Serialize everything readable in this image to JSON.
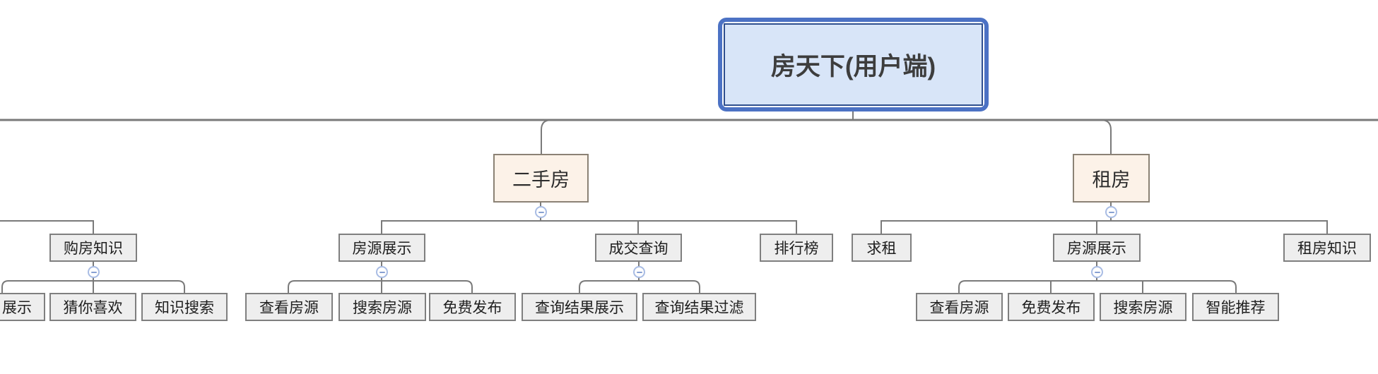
{
  "colors": {
    "canvas-bg": "#ffffff",
    "line": "#7a7a7a",
    "root-fill": "#d8e5f8",
    "root-border": "#2f4f8f",
    "root-ring": "#4c72c4",
    "branch-fill": "#fcf2e8",
    "branch-border": "#8b8275",
    "leaf-fill": "#eeeeee",
    "leaf-border": "#7f7f7f",
    "collapse-border": "#a8bce4",
    "collapse-dash": "#87a0d2",
    "text": "#1f1f1f"
  },
  "icons": {
    "collapse_minus": "minus-dash"
  },
  "tree": {
    "root": {
      "label": "房天下(用户端)"
    },
    "left_group": {
      "sections": [
        {
          "label": "购房知识",
          "children": [
            {
              "label": "展示",
              "cut_off_left": true
            },
            {
              "label": "猜你喜欢"
            },
            {
              "label": "知识搜索"
            }
          ]
        }
      ]
    },
    "branches": [
      {
        "label": "二手房",
        "children": [
          {
            "label": "房源展示",
            "children": [
              {
                "label": "查看房源"
              },
              {
                "label": "搜索房源"
              },
              {
                "label": "免费发布"
              }
            ]
          },
          {
            "label": "成交查询",
            "children": [
              {
                "label": "查询结果展示"
              },
              {
                "label": "查询结果过滤"
              }
            ]
          },
          {
            "label": "排行榜"
          }
        ]
      },
      {
        "label": "租房",
        "children": [
          {
            "label": "求租"
          },
          {
            "label": "房源展示",
            "children": [
              {
                "label": "查看房源"
              },
              {
                "label": "免费发布"
              },
              {
                "label": "搜索房源"
              },
              {
                "label": "智能推荐"
              }
            ]
          },
          {
            "label": "租房知识"
          }
        ]
      }
    ]
  }
}
